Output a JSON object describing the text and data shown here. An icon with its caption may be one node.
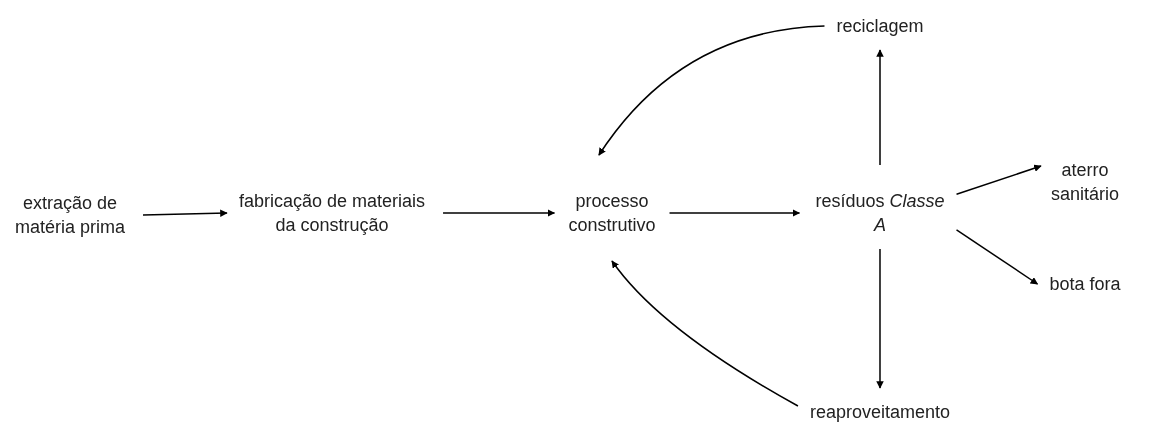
{
  "diagram": {
    "nodes": [
      {
        "text": [
          "extração de matéria prima"
        ]
      },
      {
        "text": [
          "fabricação de materiais da construção"
        ]
      },
      {
        "text": [
          "processo construtivo"
        ]
      },
      {
        "text": [
          "resíduos *Classe A*"
        ]
      },
      {
        "text": [
          "reciclagem"
        ]
      },
      {
        "text": [
          "aterro sanitário"
        ]
      },
      {
        "text": [
          "bota fora"
        ]
      },
      {
        "text": [
          "reaproveitamento"
        ]
      }
    ],
    "edges": [
      {
        "from": 0,
        "to": 1,
        "arrow": "to"
      },
      {
        "from": 1,
        "to": 2,
        "arrow": "to"
      },
      {
        "from": 2,
        "to": 3,
        "arrow": "to"
      },
      {
        "from": 3,
        "to": 4,
        "arrow": "to"
      },
      {
        "from": 3,
        "to": 5,
        "arrow": "to"
      },
      {
        "from": 3,
        "to": 6,
        "arrow": "to"
      },
      {
        "from": 3,
        "to": 7,
        "arrow": "to"
      },
      {
        "from": 4,
        "to": 2,
        "arrow": "to"
      },
      {
        "from": 7,
        "to": 2,
        "arrow": "to"
      }
    ]
  }
}
